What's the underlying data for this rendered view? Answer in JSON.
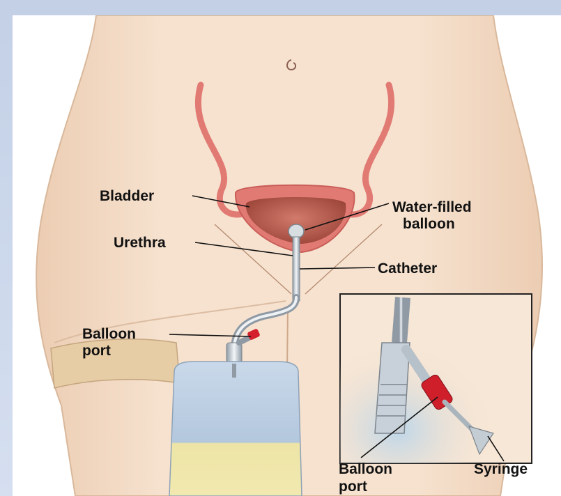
{
  "labels": {
    "bladder": "Bladder",
    "urethra": "Urethra",
    "water_filled_line1": "Water-filled",
    "water_filled_line2": "balloon",
    "catheter": "Catheter",
    "balloon_port_line1": "Balloon",
    "balloon_port_line2": "port",
    "inset_balloon_port_line1": "Balloon",
    "inset_balloon_port_line2": "port",
    "syringe": "Syringe"
  },
  "colors": {
    "skin": "#f3dcc6",
    "skin_shadow": "#e8c8ad",
    "bladder_wall": "#e27a74",
    "bladder_inner": "#b5584c",
    "balloon_port_red": "#d3202c",
    "bag_blue": "#b9cde3",
    "bag_urine": "#efe29a",
    "strap": "#e6cda6",
    "frame": "#c9d6ea"
  }
}
